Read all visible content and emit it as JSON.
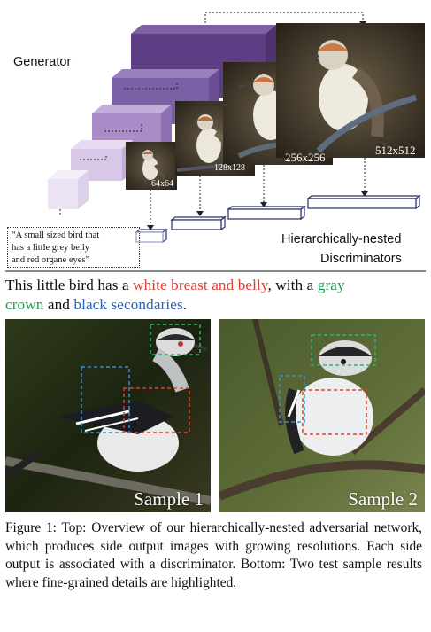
{
  "diagram": {
    "generator_label": "Generator",
    "discriminator_label_line1": "Hierarchically-nested",
    "discriminator_label_line2": "Discriminators",
    "text_input": {
      "line1": "“A small sized bird that",
      "line2": "has a little grey belly",
      "line3": "and red organe eyes”"
    },
    "resolutions": [
      "64x64",
      "128x128",
      "256x256",
      "512x512"
    ],
    "colors": {
      "block_light": "#e6dcf0",
      "block_mid": "#a98cc7",
      "block_dark": "#5d3e85",
      "discriminator_stroke": "#27306f"
    }
  },
  "description": {
    "prefix": "This little bird has a ",
    "breast": "white breast and belly",
    "middle": ", with a ",
    "crown_gray": "gray",
    "crown_word": "crown",
    "and": " and ",
    "secondaries": "black secondaries",
    "suffix": ".",
    "colors": {
      "breast": "#e0402d",
      "crown": "#1f9e4f",
      "secondaries": "#2c5fb6"
    }
  },
  "samples": [
    {
      "label": "Sample 1"
    },
    {
      "label": "Sample 2"
    }
  ],
  "caption": {
    "text": "Figure 1: Top: Overview of our hierarchically-nested adversarial network, which produces side output images with growing resolutions. Each side output is associated with a discriminator. Bottom: Two test sample results where fine-grained details are highlighted."
  }
}
